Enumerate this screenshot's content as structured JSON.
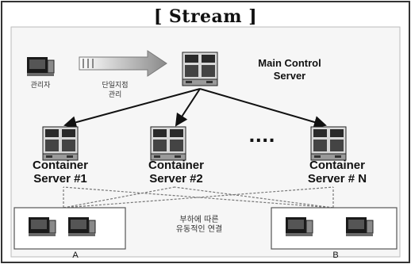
{
  "title": "[ Stream ]",
  "admin_label": "관리자",
  "arrow_label": "단일지점\n관리",
  "main_server_label": "Main Control\nServer",
  "container_labels": [
    "Container\nServer #1",
    "Container\nServer #2",
    "Container\nServer # N"
  ],
  "ellipsis": "....",
  "connection_label": "부하에 따른\n유동적인 연결",
  "client_group_labels": [
    "A",
    "B"
  ]
}
